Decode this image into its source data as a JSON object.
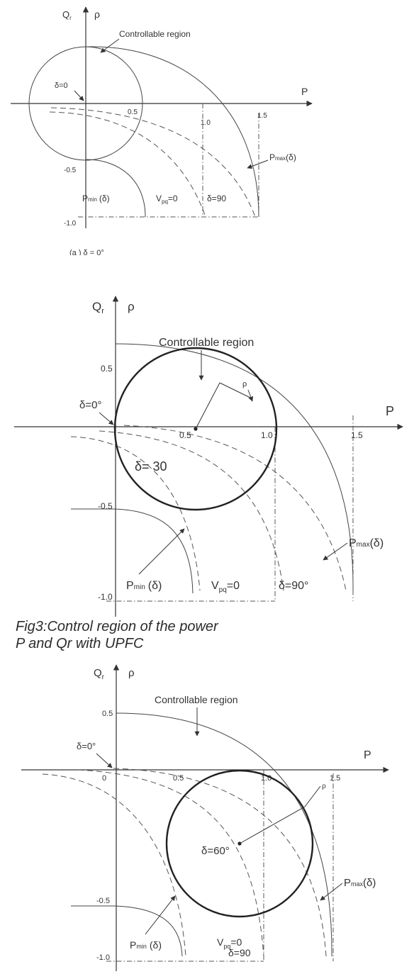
{
  "figures": [
    {
      "y_label": "Q",
      "y_label_sub": "r",
      "rho_label": "ρ",
      "x_label": "P",
      "region_label": "Controllable region",
      "delta_zero_label": "δ=0",
      "ticks": [
        "0.5",
        "1.0",
        "1.5",
        "-0.5",
        "-1.0"
      ],
      "pmin_label": "P",
      "pmin_sub": "min",
      "pmin_arg": "(δ)",
      "vpq_label": "V",
      "vpq_sub": "pq",
      "vpq_value": "=0",
      "delta90_label": "δ=90",
      "pmax_label": "P",
      "pmax_sub": "max",
      "pmax_arg": "(δ)",
      "subcaption": "(a ) δ = 0°"
    },
    {
      "y_label": "Q",
      "y_label_sub": "r",
      "rho_label": "ρ",
      "x_label": "P",
      "region_label": "Controllable region",
      "delta_zero_label": "δ=0°",
      "ticks": [
        "0.5",
        "0.5",
        "1.0",
        "1.5",
        "-0.5",
        "-1.0"
      ],
      "circle_label": "δ= 30",
      "pmin_label": "P",
      "pmin_sub": "min",
      "pmin_arg": "(δ)",
      "vpq_label": "V",
      "vpq_sub": "pq",
      "vpq_value": "=0",
      "delta90_label": "δ=90°",
      "pmax_label": "P",
      "pmax_sub": "max",
      "pmax_arg": "(δ)"
    },
    {
      "y_label": "Q",
      "y_label_sub": "r",
      "rho_label": "ρ",
      "x_label": "P",
      "region_label": "Controllable region",
      "delta_zero_label": "δ=0°",
      "ticks": [
        "0.5",
        "0",
        "0.5",
        "1.0",
        "1.5",
        "-0.5",
        "-1.0"
      ],
      "circle_label": "δ=60°",
      "pmin_label": "P",
      "pmin_sub": "min",
      "pmin_arg": "(δ)",
      "vpq_label": "V",
      "vpq_sub": "pq",
      "vpq_value": "=0",
      "delta90_label": "δ=90",
      "pmax_label": "P",
      "pmax_sub": "max",
      "pmax_arg": "(δ)"
    }
  ],
  "caption": {
    "line1": "Fig3:Control region of the power",
    "line2": "P and Qr with UPFC"
  }
}
